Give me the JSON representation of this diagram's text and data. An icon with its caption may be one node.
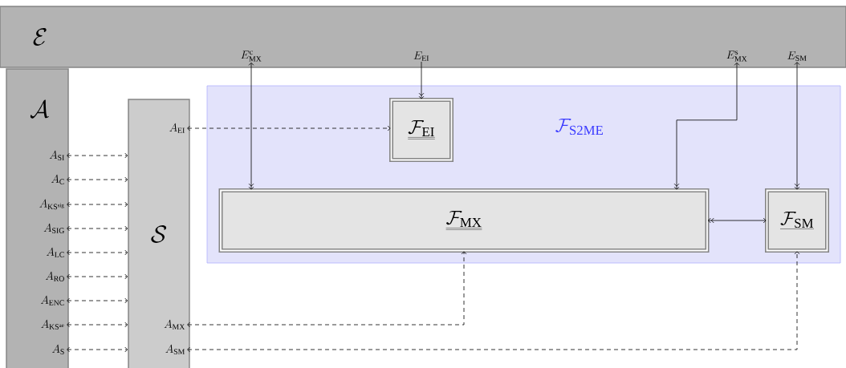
{
  "diagram": {
    "nodes": [
      {
        "text": [
          "\\mathcal{E}"
        ]
      },
      {
        "text": [
          "\\mathcal{A}"
        ]
      },
      {
        "text": [
          "\\mathcal{S}"
        ]
      },
      {
        "text": [
          "\\mathcal{F}_{\\mathrm{S2ME}}"
        ]
      },
      {
        "text": [
          "\\underline{\\underline{\\mathcal{F}_{\\mathrm{EI}}}}"
        ],
        "in": 3
      },
      {
        "text": [
          "\\underline{\\underline{\\mathcal{F}_{\\mathrm{MX}}}}"
        ],
        "in": 3
      },
      {
        "text": [
          "\\underline{\\mathcal{F}_{\\mathrm{SM}}}"
        ],
        "in": 3
      },
      {
        "text": [
          "E^{\\mathrm{c}}_{\\mathrm{MX}}"
        ],
        "in": 0
      },
      {
        "text": [
          "E_{\\mathrm{EI}}"
        ],
        "in": 0
      },
      {
        "text": [
          "E^{\\mathrm{s}}_{\\mathrm{MX}}"
        ],
        "in": 0
      },
      {
        "text": [
          "E_{\\mathrm{SM}}"
        ],
        "in": 0
      },
      {
        "text": [
          "A_{\\mathrm{SI}}"
        ],
        "in": 1
      },
      {
        "text": [
          "A_{\\mathrm{C}}"
        ],
        "in": 1
      },
      {
        "text": [
          "A_{\\mathrm{KS^{sig}}}"
        ],
        "in": 1
      },
      {
        "text": [
          "A_{\\mathrm{SIG}}"
        ],
        "in": 1
      },
      {
        "text": [
          "A_{\\mathrm{LC}}"
        ],
        "in": 1
      },
      {
        "text": [
          "A_{\\mathrm{RO}}"
        ],
        "in": 1
      },
      {
        "text": [
          "A_{\\mathrm{ENC}}"
        ],
        "in": 1
      },
      {
        "text": [
          "A_{\\mathrm{KS^{ae}}}"
        ],
        "in": 1
      },
      {
        "text": [
          "A_{\\mathrm{S}}"
        ],
        "in": 1
      },
      {
        "text": [
          "A_{\\mathrm{EI}}"
        ],
        "in": 2
      },
      {
        "text": [
          "A_{\\mathrm{MX}}"
        ],
        "in": 2
      },
      {
        "text": [
          "A_{\\mathrm{SM}}"
        ],
        "in": 2
      }
    ],
    "edges": [
      {
        "from": 7,
        "to": 5,
        "arrow": "both"
      },
      {
        "from": 8,
        "to": 4,
        "arrow": "to"
      },
      {
        "from": 9,
        "to": 5,
        "arrow": "both"
      },
      {
        "from": 10,
        "to": 6,
        "arrow": "both"
      },
      {
        "from": 5,
        "to": 6,
        "arrow": "both"
      },
      {
        "from": 20,
        "to": 4,
        "arrow": "both",
        "style": "dashed"
      },
      {
        "from": 11,
        "to": 2,
        "arrow": "both",
        "style": "dashed"
      },
      {
        "from": 12,
        "to": 2,
        "arrow": "both",
        "style": "dashed"
      },
      {
        "from": 13,
        "to": 2,
        "arrow": "both",
        "style": "dashed"
      },
      {
        "from": 14,
        "to": 2,
        "arrow": "both",
        "style": "dashed"
      },
      {
        "from": 15,
        "to": 2,
        "arrow": "both",
        "style": "dashed"
      },
      {
        "from": 16,
        "to": 2,
        "arrow": "both",
        "style": "dashed"
      },
      {
        "from": 17,
        "to": 2,
        "arrow": "both",
        "style": "dashed"
      },
      {
        "from": 18,
        "to": 2,
        "arrow": "both",
        "style": "dashed"
      },
      {
        "from": 19,
        "to": 2,
        "arrow": "both",
        "style": "dashed"
      },
      {
        "from": 21,
        "to": 5,
        "arrow": "both",
        "style": "dashed"
      },
      {
        "from": 22,
        "to": 6,
        "arrow": "both",
        "style": "dashed"
      }
    ]
  }
}
